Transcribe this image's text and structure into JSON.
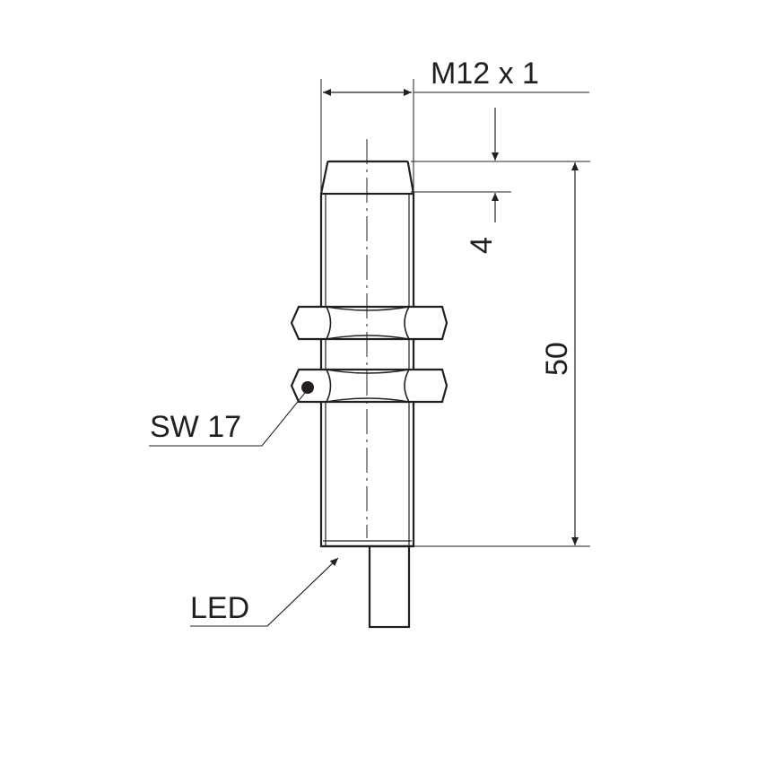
{
  "labels": {
    "thread": "M12 x 1",
    "dim_face": "4",
    "dim_length": "50",
    "wrench_size": "SW 17",
    "led": "LED"
  },
  "colors": {
    "line": "#231f20",
    "thin": "#3a3a3a",
    "background": "#ffffff"
  }
}
